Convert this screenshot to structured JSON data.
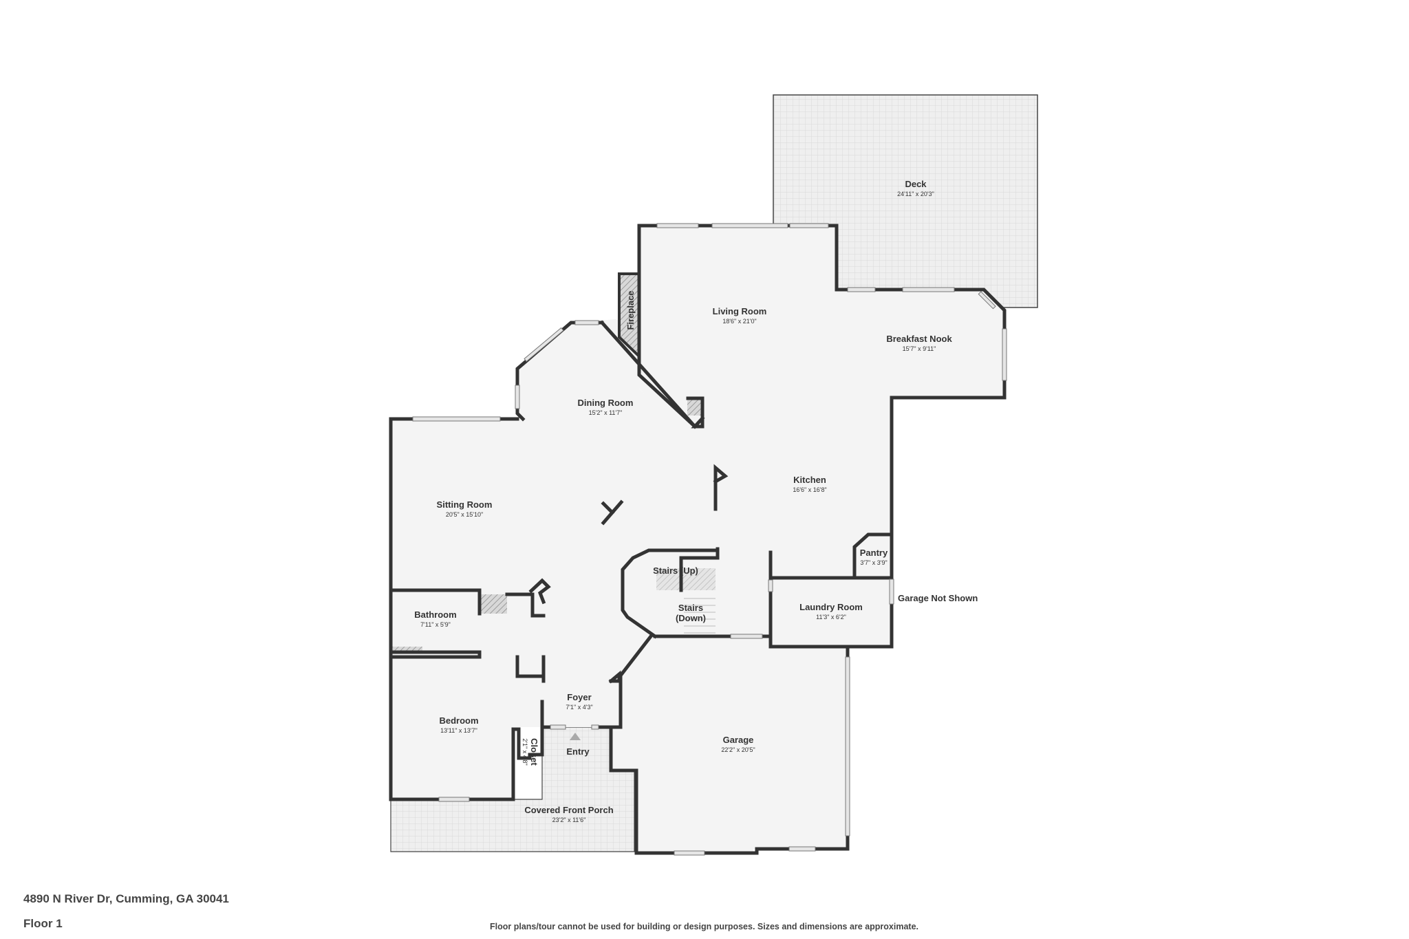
{
  "footer": {
    "address": "4890 N River Dr, Cumming, GA 30041",
    "floor": "Floor 1",
    "disclaimer": "Floor plans/tour cannot be used for building or design purposes. Sizes and dimensions are approximate."
  },
  "rooms": {
    "deck": {
      "name": "Deck",
      "dim": "24'11\" x 20'3\""
    },
    "living_room": {
      "name": "Living Room",
      "dim": "18'6\" x 21'0\""
    },
    "breakfast_nook": {
      "name": "Breakfast Nook",
      "dim": "15'7\" x 9'11\""
    },
    "dining_room": {
      "name": "Dining Room",
      "dim": "15'2\" x 11'7\""
    },
    "kitchen": {
      "name": "Kitchen",
      "dim": "16'6\" x 16'8\""
    },
    "sitting_room": {
      "name": "Sitting Room",
      "dim": "20'5\" x 15'10\""
    },
    "pantry": {
      "name": "Pantry",
      "dim": "3'7\" x 3'9\""
    },
    "stairs_up": {
      "name": "Stairs (Up)"
    },
    "stairs_down": {
      "name_line1": "Stairs",
      "name_line2": "(Down)"
    },
    "laundry_room": {
      "name": "Laundry Room",
      "dim": "11'3\" x 6'2\""
    },
    "bathroom": {
      "name": "Bathroom",
      "dim": "7'11\" x 5'9\""
    },
    "bedroom": {
      "name": "Bedroom",
      "dim": "13'11\" x 13'7\""
    },
    "foyer": {
      "name": "Foyer",
      "dim": "7'1\" x 4'3\""
    },
    "closet": {
      "name": "Closet",
      "dim": "2'1\" x 4'8\""
    },
    "entry": {
      "name": "Entry"
    },
    "garage": {
      "name": "Garage",
      "dim": "22'2\" x 20'5\""
    },
    "porch": {
      "name": "Covered Front Porch",
      "dim": "23'2\" x 11'6\""
    },
    "fireplace": {
      "name": "Fireplace"
    }
  },
  "notes": {
    "garage_not_shown": "Garage Not Shown"
  },
  "colors": {
    "wall": "#333333",
    "floor": "#f4f4f4",
    "deck": "#eeeeee",
    "window": "#dcdcdc"
  }
}
